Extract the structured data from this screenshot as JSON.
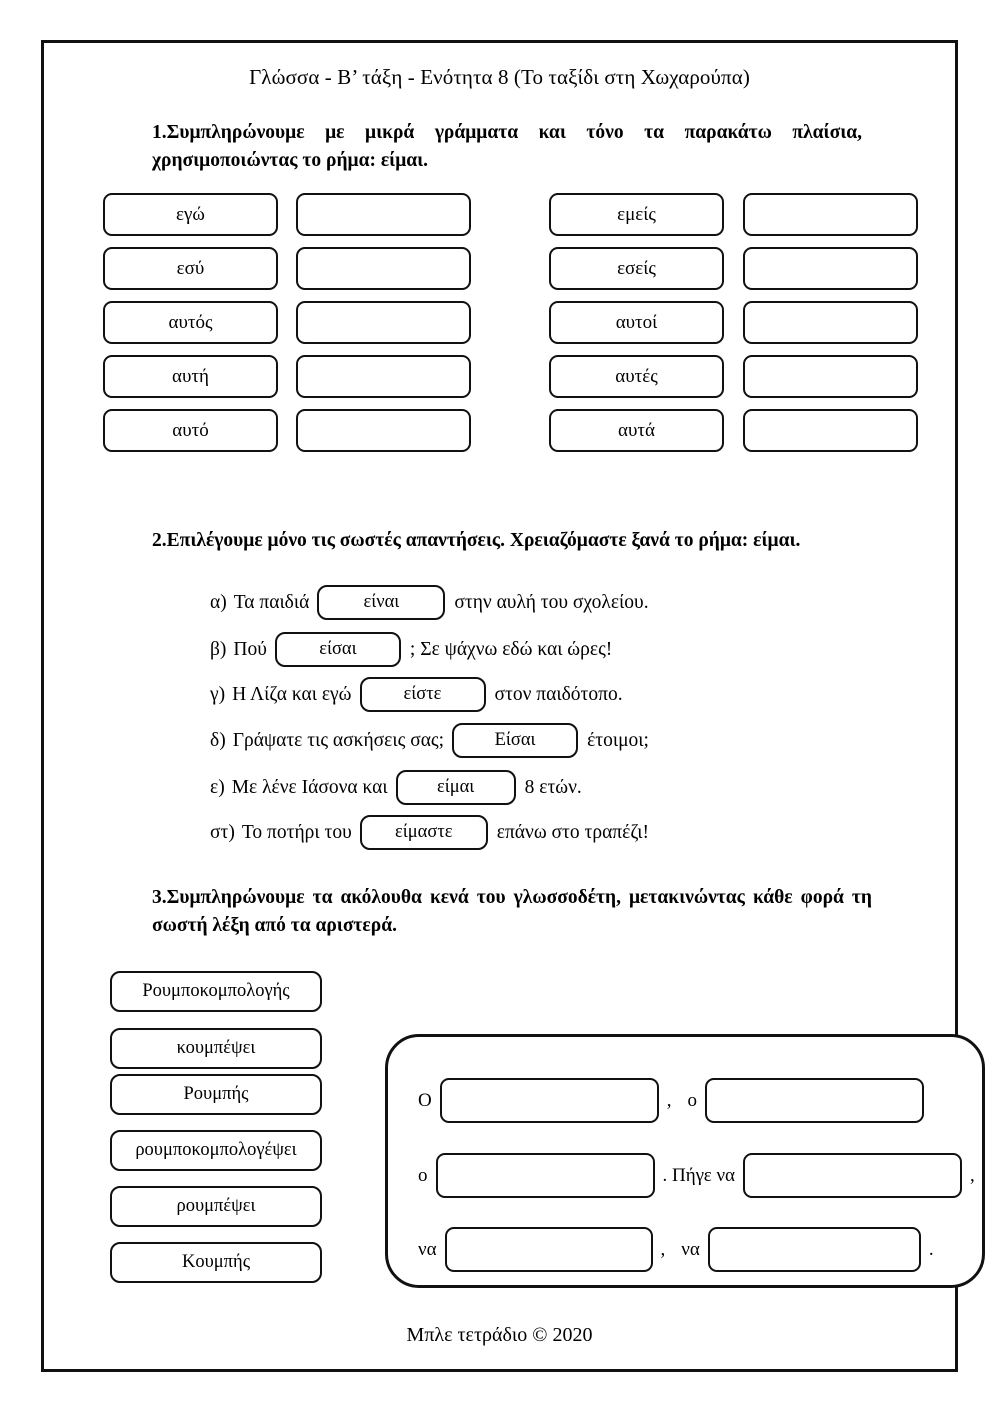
{
  "document": {
    "header": "Γλώσσα - Β’ τάξη - Ενότητα 8 (Το ταξίδι στη Χωχαρούπα)",
    "footer": "Μπλε τετράδιο © 2020",
    "border_color": "#111111",
    "background_color": "#ffffff"
  },
  "exercise1": {
    "instruction": "1.Συμπληρώνουμε με μικρά γράμματα και τόνο τα παρακάτω πλαίσια, χρησιμοποιώντας το ρήμα: είμαι.",
    "left_column": [
      {
        "pronoun": "εγώ",
        "answer": ""
      },
      {
        "pronoun": "εσύ",
        "answer": ""
      },
      {
        "pronoun": "αυτός",
        "answer": ""
      },
      {
        "pronoun": "αυτή",
        "answer": ""
      },
      {
        "pronoun": "αυτό",
        "answer": ""
      }
    ],
    "right_column": [
      {
        "pronoun": "εμείς",
        "answer": ""
      },
      {
        "pronoun": "εσείς",
        "answer": ""
      },
      {
        "pronoun": "αυτοί",
        "answer": ""
      },
      {
        "pronoun": "αυτές",
        "answer": ""
      },
      {
        "pronoun": "αυτά",
        "answer": ""
      }
    ]
  },
  "exercise2": {
    "instruction": "2.Επιλέγουμε μόνο τις σωστές απαντήσεις. Χρειαζόμαστε ξανά το ρήμα: είμαι.",
    "sentences": [
      {
        "label": "α)",
        "before": "Τα παιδιά",
        "answer": "είναι",
        "after": "στην αυλή του σχολείου."
      },
      {
        "label": "β)",
        "before": "Πού",
        "answer": "είσαι",
        "after": ";  Σε ψάχνω εδώ και ώρες!"
      },
      {
        "label": "γ)",
        "before": "Η Λίζα και εγώ",
        "answer": "είστε",
        "after": "στον παιδότοπο."
      },
      {
        "label": "δ)",
        "before": "Γράψατε τις ασκήσεις σας;",
        "answer": "Είσαι",
        "after": "έτοιμοι;"
      },
      {
        "label": "ε)",
        "before": "Με λένε Ιάσονα και",
        "answer": "είμαι",
        "after": "8 ετών."
      },
      {
        "label": "στ)",
        "before": "Το ποτήρι του",
        "answer": "είμαστε",
        "after": "επάνω στο τραπέζι!"
      }
    ]
  },
  "exercise3": {
    "instruction": "3.Συμπληρώνουμε τα ακόλουθα κενά του γλωσσοδέτη, μετακινώντας κάθε φορά τη σωστή λέξη από τα αριστερά.",
    "word_bank": [
      "Ρουμποκομπολογής",
      "κουμπέψει",
      "Ρουμπής",
      "ρουμποκομπολογέψει",
      "ρουμπέψει",
      "Κουμπής"
    ],
    "panel_rows": [
      {
        "segments": [
          {
            "type": "text",
            "value": "Ο"
          },
          {
            "type": "blank",
            "value": ""
          },
          {
            "type": "text",
            "value": ","
          },
          {
            "type": "text",
            "value": "ο"
          },
          {
            "type": "blank",
            "value": ""
          }
        ]
      },
      {
        "segments": [
          {
            "type": "text",
            "value": "ο"
          },
          {
            "type": "blank",
            "value": ""
          },
          {
            "type": "text",
            "value": ". Πήγε να"
          },
          {
            "type": "blank",
            "value": ""
          },
          {
            "type": "text",
            "value": ","
          }
        ]
      },
      {
        "segments": [
          {
            "type": "text",
            "value": "να"
          },
          {
            "type": "blank",
            "value": ""
          },
          {
            "type": "text",
            "value": ","
          },
          {
            "type": "text",
            "value": "να"
          },
          {
            "type": "blank",
            "value": ""
          },
          {
            "type": "text",
            "value": "."
          }
        ]
      }
    ]
  }
}
